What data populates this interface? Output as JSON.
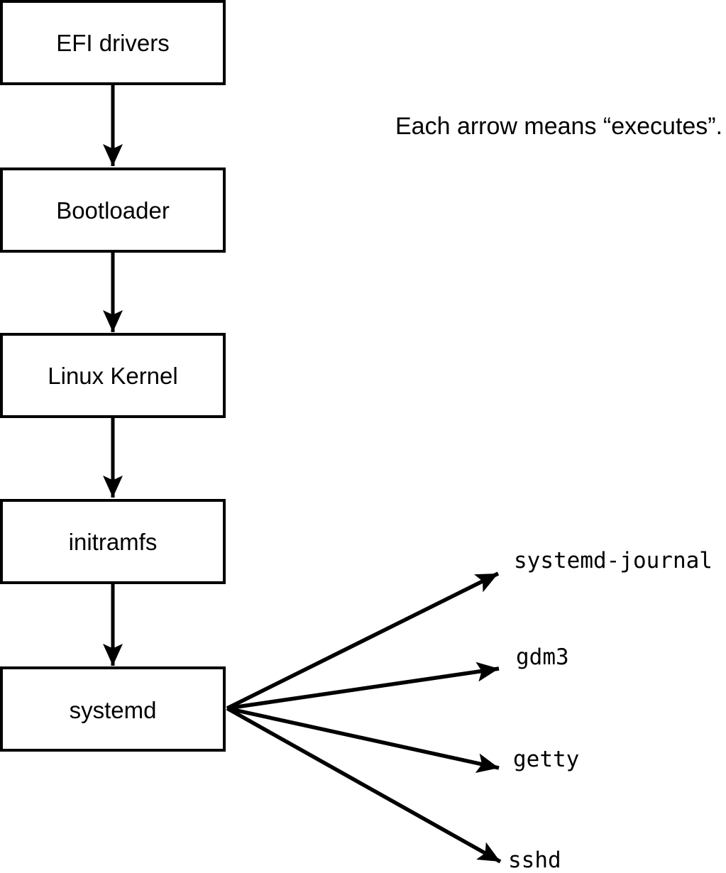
{
  "note": "Each arrow means “executes”.",
  "colors": {
    "line": "#000000",
    "box_fill": "#ffffff",
    "background": "#ffffff",
    "text": "#000000"
  },
  "diagram": {
    "nodes": [
      {
        "label": "EFI drivers"
      },
      {
        "label": "Bootloader"
      },
      {
        "label": "Linux Kernel"
      },
      {
        "label": "initramfs"
      },
      {
        "label": "systemd"
      }
    ],
    "targets": [
      {
        "label": "systemd-journal"
      },
      {
        "label": "gdm3"
      },
      {
        "label": "getty"
      },
      {
        "label": "sshd"
      }
    ]
  }
}
